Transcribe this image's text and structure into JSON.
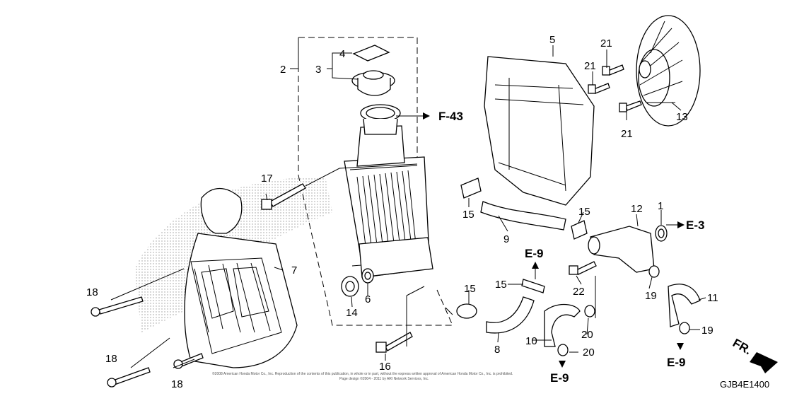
{
  "callouts": [
    {
      "id": "c1",
      "text": "1"
    },
    {
      "id": "c2",
      "text": "2"
    },
    {
      "id": "c3",
      "text": "3"
    },
    {
      "id": "c4",
      "text": "4"
    },
    {
      "id": "c5",
      "text": "5"
    },
    {
      "id": "c6",
      "text": "6"
    },
    {
      "id": "c7",
      "text": "7"
    },
    {
      "id": "c8",
      "text": "8"
    },
    {
      "id": "c9",
      "text": "9"
    },
    {
      "id": "c10",
      "text": "10"
    },
    {
      "id": "c11",
      "text": "11"
    },
    {
      "id": "c12",
      "text": "12"
    },
    {
      "id": "c13",
      "text": "13"
    },
    {
      "id": "c14",
      "text": "14"
    },
    {
      "id": "c15a",
      "text": "15"
    },
    {
      "id": "c15b",
      "text": "15"
    },
    {
      "id": "c15c",
      "text": "15"
    },
    {
      "id": "c15d",
      "text": "15"
    },
    {
      "id": "c16",
      "text": "16"
    },
    {
      "id": "c17",
      "text": "17"
    },
    {
      "id": "c18a",
      "text": "18"
    },
    {
      "id": "c18b",
      "text": "18"
    },
    {
      "id": "c18c",
      "text": "18"
    },
    {
      "id": "c19a",
      "text": "19"
    },
    {
      "id": "c19b",
      "text": "19"
    },
    {
      "id": "c20a",
      "text": "20"
    },
    {
      "id": "c20b",
      "text": "20"
    },
    {
      "id": "c21a",
      "text": "21"
    },
    {
      "id": "c21b",
      "text": "21"
    },
    {
      "id": "c21c",
      "text": "21"
    },
    {
      "id": "c22",
      "text": "22"
    }
  ],
  "references": {
    "f43": "F-43",
    "e3": "E-3",
    "e9_top": "E-9",
    "e9_bottom": "E-9",
    "e9_right": "E-9"
  },
  "direction_label": "FR.",
  "diagram_code": "GJB4E1400",
  "footer_line1": "©2008 American Honda Motor Co., Inc. Reproduction of the contents of this publication, in whole or in part, without the express written approval of American Honda Motor Co., Inc. is prohibited.",
  "footer_line2": "Page design ©2004 - 2011 by ARI Network Services, Inc."
}
